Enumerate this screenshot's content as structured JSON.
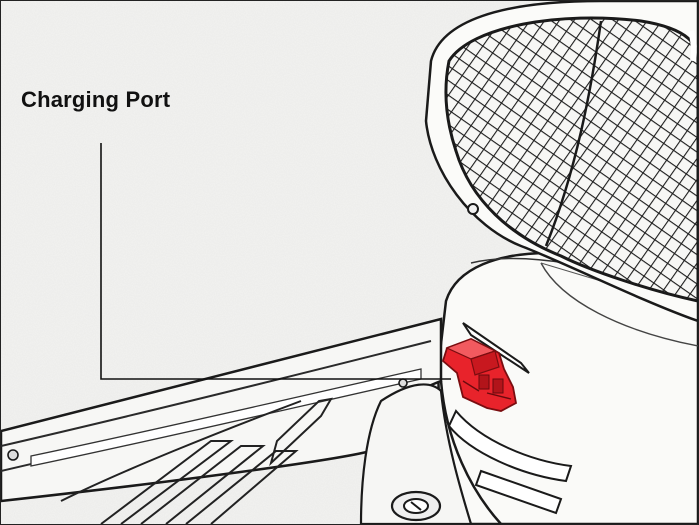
{
  "callout": {
    "label": "Charging Port"
  },
  "colors": {
    "highlight": "#e8232b",
    "line": "#1a1a1a",
    "paper": "#f3f3f1"
  },
  "icons": {
    "charging_port": "charging-port-connector",
    "seat_net": "storage-net"
  }
}
